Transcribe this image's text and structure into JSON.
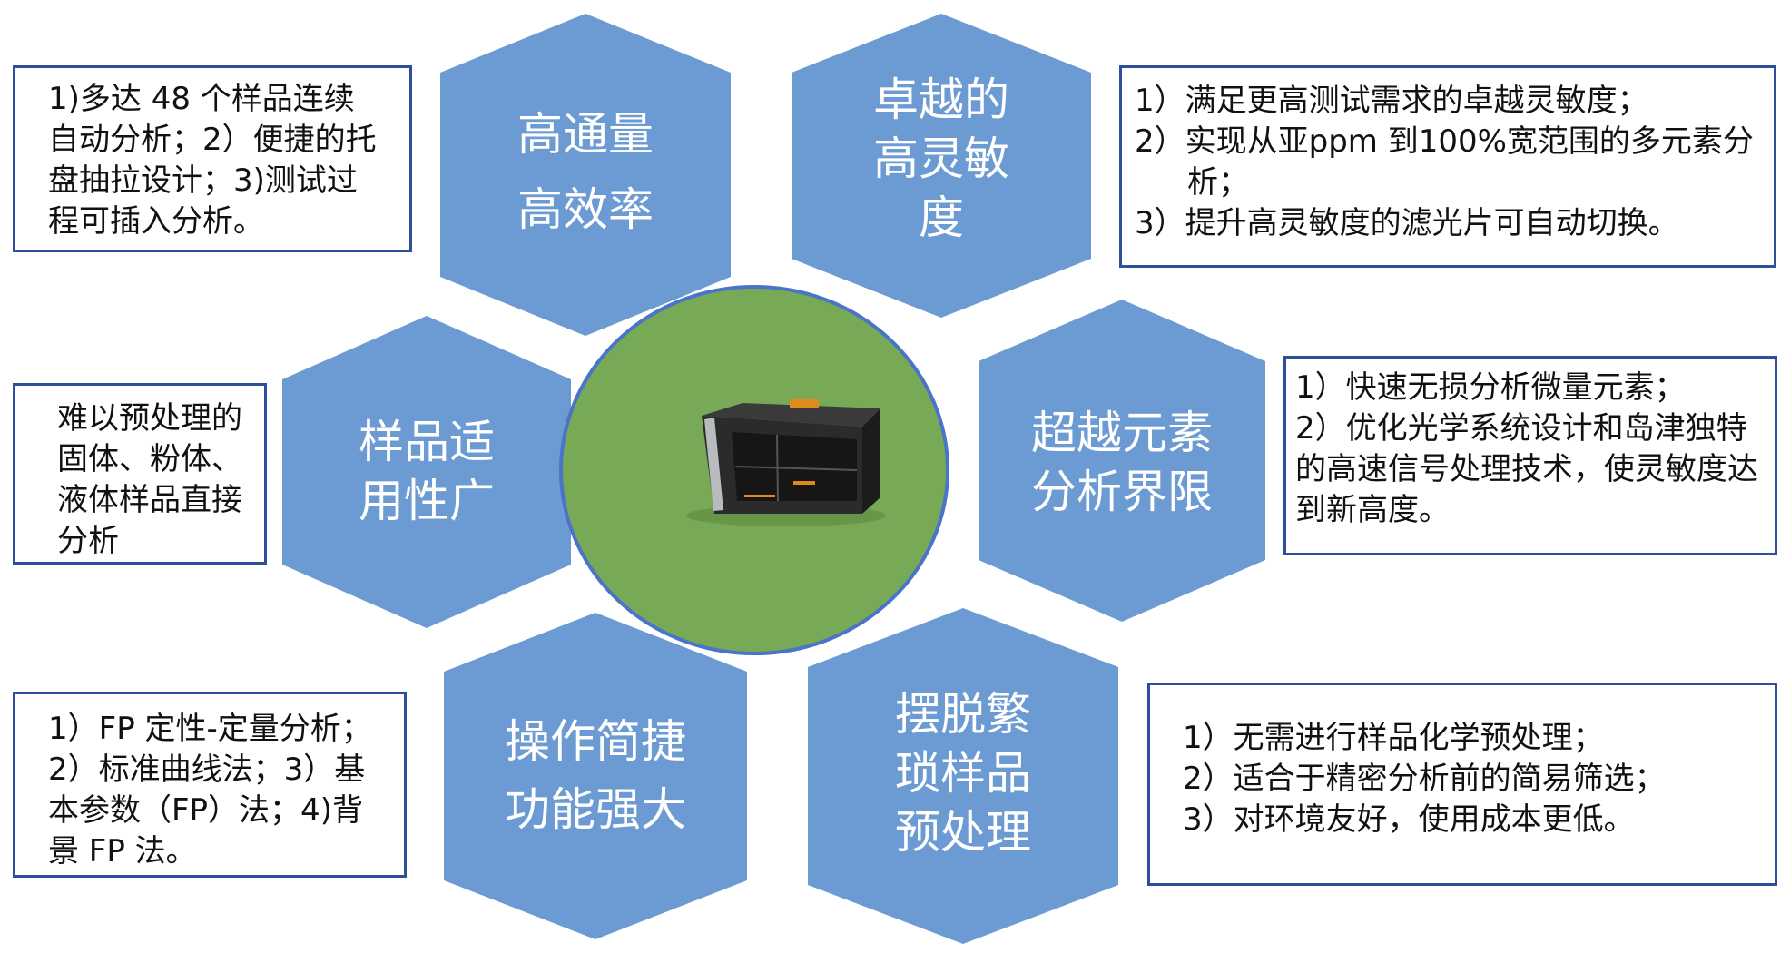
{
  "colors": {
    "hexagon_fill": "#6b9bd2",
    "center_fill": "#78a956",
    "center_border": "#4a74c9",
    "box_border": "#2f4f9e",
    "hex_text": "#ffffff"
  },
  "center_image": "benchtop-xrf-analyzer-photo",
  "hexagons": [
    {
      "id": "high-throughput",
      "lines": [
        "高通量",
        "高效率"
      ]
    },
    {
      "id": "sensitivity",
      "lines": [
        "卓越的",
        "高灵敏",
        "度"
      ]
    },
    {
      "id": "element-limit",
      "lines": [
        "超越元素",
        "分析界限"
      ]
    },
    {
      "id": "pretreatment",
      "lines": [
        "摆脱繁",
        "琐样品",
        "预处理"
      ]
    },
    {
      "id": "operation",
      "lines": [
        "操作简捷",
        "功能强大"
      ]
    },
    {
      "id": "sample-range",
      "lines": [
        "样品适",
        "用性广"
      ]
    }
  ],
  "boxes": [
    {
      "id": "high-throughput",
      "lines": [
        "1)多达 48 个样品连续自动分析；2）便捷的托盘抽拉设计；3)测试过程可插入分析。"
      ]
    },
    {
      "id": "sensitivity",
      "lines": [
        "1）满足更高测试需求的卓越灵敏度；",
        "2）实现从亚ppm 到100%宽范围的多元素分析；",
        "3）提升高灵敏度的滤光片可自动切换。"
      ]
    },
    {
      "id": "element-limit",
      "lines": [
        "1）快速无损分析微量元素；",
        "2）优化光学系统设计和岛津独特的高速信号处理技术，使灵敏度达到新高度。"
      ]
    },
    {
      "id": "sample-range",
      "lines": [
        "难以预处理的固体、粉体、液体样品直接分析"
      ]
    },
    {
      "id": "operation",
      "lines": [
        "1）FP 定性-定量分析；2）标准曲线法；3）基本参数（FP）法；4)背景 FP 法。"
      ]
    },
    {
      "id": "pretreatment",
      "lines": [
        "1）无需进行样品化学预处理；",
        "2）适合于精密分析前的简易筛选；",
        "3）对环境友好，使用成本更低。"
      ]
    }
  ]
}
